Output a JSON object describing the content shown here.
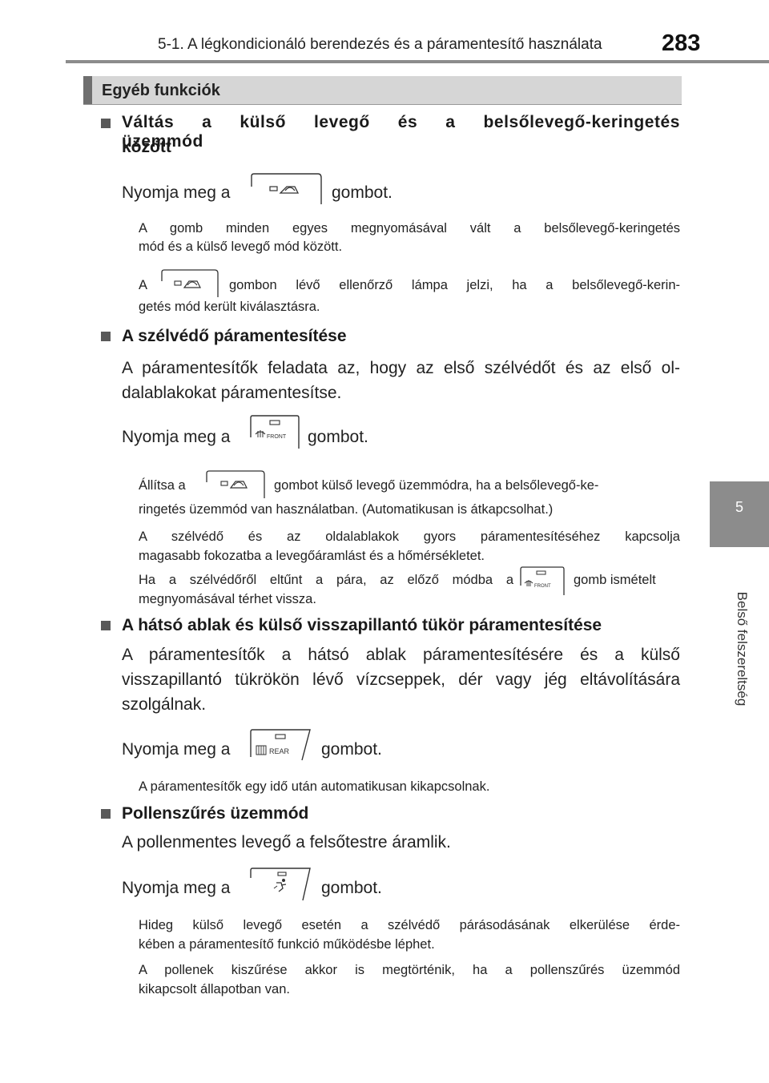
{
  "header": {
    "title": "5-1. A légkondicionáló berendezés és a páramentesítő használata",
    "page_number": "283"
  },
  "side_tab": {
    "number": "5",
    "label": "Belső felszereltség"
  },
  "section": {
    "title": "Egyéb funkciók"
  },
  "s1": {
    "heading_l1": "Váltás a külső levegő és a belsőlevegő-keringetés üzemmód",
    "heading_l2": "között",
    "press_pre": "Nyomja meg a",
    "press_post": "gombot.",
    "note1_l1": "A gomb minden egyes megnyomásával vált a belsőlevegő-keringetés",
    "note1_l2": "mód és a külső levegő mód között.",
    "note2_pre": "A",
    "note2_l1": "gombon lévő ellenőrző lámpa jelzi, ha a belsőlevegő-kerin-",
    "note2_l2": "getés mód került kiválasztásra."
  },
  "s2": {
    "heading": "A szélvédő páramentesítése",
    "body_l1": "A páramentesítők feladata az, hogy az első szélvédőt és az első ol-",
    "body_l2": "dalablakokat páramentesítse.",
    "press_pre": "Nyomja meg a",
    "press_post": "gombot.",
    "note1_pre": "Állítsa a",
    "note1_l1": "gombot külső levegő üzemmódra, ha a belsőlevegő-ke-",
    "note1_l2": "ringetés üzemmód van használatban. (Automatikusan is átkapcsolhat.)",
    "note2_l1": "A szélvédő és az oldalablakok gyors páramentesítéséhez kapcsolja",
    "note2_l2": "magasabb fokozatba a levegőáramlást és a hőmérsékletet.",
    "note3_l1": "Ha a szélvédőről eltűnt a pára, az előző módba a",
    "note3_l1b": "gomb ismételt",
    "note3_l2": "megnyomásával térhet vissza."
  },
  "s3": {
    "heading": "A hátsó ablak és külső visszapillantó tükör páramentesítése",
    "body_l1": "A páramentesítők a hátsó ablak páramentesítésére és a külső",
    "body_l2": "visszapillantó tükrökön lévő vízcseppek, dér vagy jég eltávolítására",
    "body_l3": "szolgálnak.",
    "press_pre": "Nyomja meg a",
    "press_post": "gombot.",
    "note1": "A páramentesítők egy idő után automatikusan kikapcsolnak."
  },
  "s4": {
    "heading": "Pollenszűrés üzemmód",
    "body": "A pollenmentes levegő a felsőtestre áramlik.",
    "press_pre": "Nyomja meg a",
    "press_post": "gombot.",
    "note1_l1": "Hideg külső levegő esetén a szélvédő párásodásának elkerülése érde-",
    "note1_l2": "kében a páramentesítő funkció működésbe léphet.",
    "note2_l1": "A pollenek kiszűrése akkor is megtörténik, ha a pollenszűrés üzemmód",
    "note2_l2": "kikapcsolt állapotban van."
  },
  "buttons": {
    "front_label": "FRONT",
    "rear_label": "REAR"
  },
  "icons": {
    "recirc": "recirculation-button-icon",
    "front_defog": "front-defogger-button-icon",
    "rear_defog": "rear-defogger-button-icon",
    "pollen": "pollen-mode-button-icon"
  }
}
